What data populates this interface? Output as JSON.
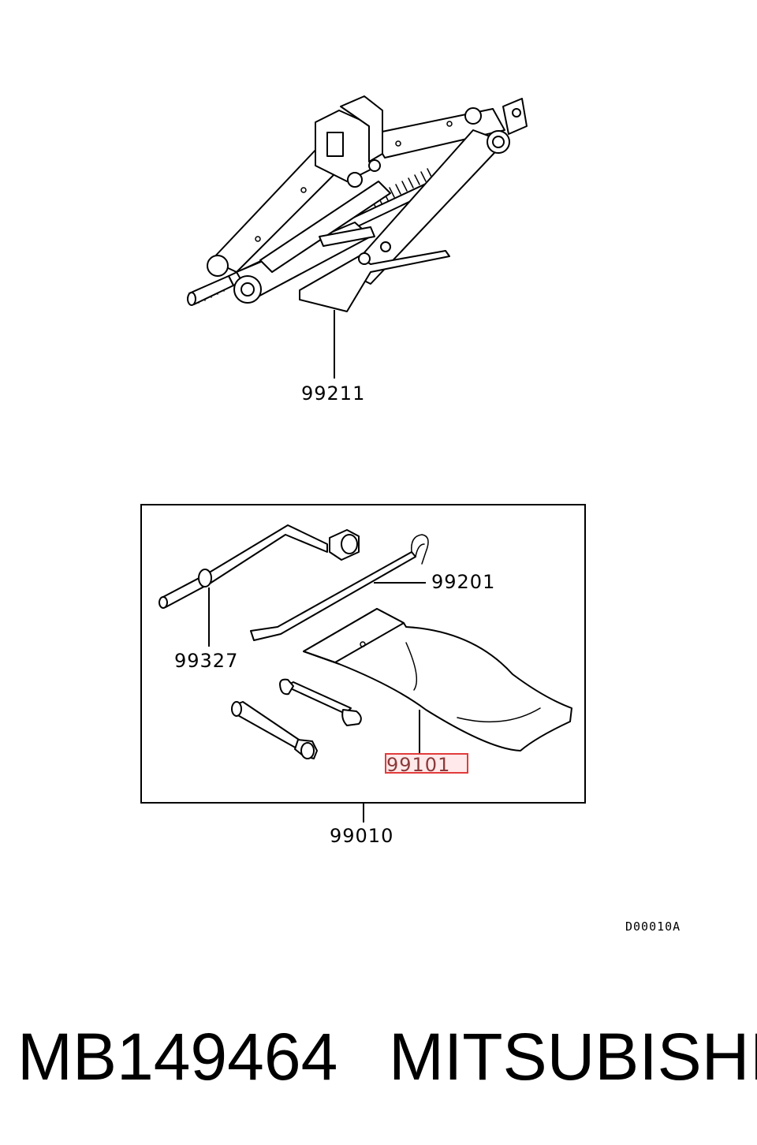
{
  "callouts": {
    "jack": "99211",
    "wrench_bar": "99201",
    "handle_clip": "99327",
    "tool_bag": "99101",
    "tool_kit": "99010"
  },
  "highlighted_callout": "99101",
  "diagram_code": "D00010A",
  "footer": {
    "part_number": "MB149464",
    "brand": "MITSUBISHI"
  },
  "colors": {
    "highlight_border": "#e23b3b",
    "highlight_fill": "#ffe9ea"
  }
}
